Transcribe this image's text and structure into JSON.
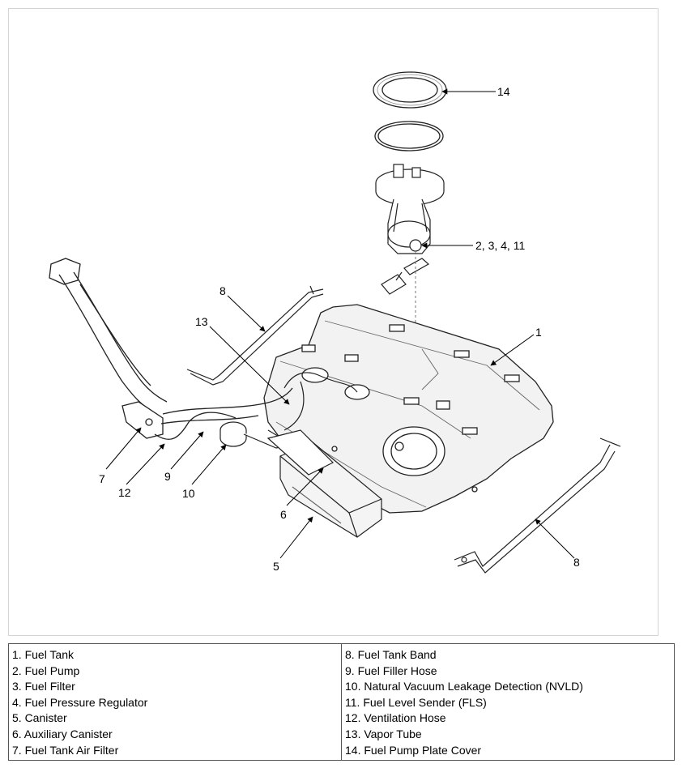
{
  "diagram": {
    "callouts": {
      "c14": "14",
      "c2_3_4_11": "2, 3, 4, 11",
      "c1": "1",
      "c8_top": "8",
      "c13": "13",
      "c7": "7",
      "c12": "12",
      "c9": "9",
      "c10": "10",
      "c6": "6",
      "c5": "5",
      "c8_right": "8"
    }
  },
  "legend": {
    "left": [
      "1. Fuel Tank",
      "2. Fuel Pump",
      "3. Fuel Filter",
      "4. Fuel Pressure Regulator",
      "5. Canister",
      "6. Auxiliary Canister",
      "7. Fuel Tank Air Filter"
    ],
    "right": [
      "8. Fuel Tank Band",
      "9. Fuel Filler Hose",
      "10. Natural Vacuum Leakage Detection (NVLD)",
      "11. Fuel Level Sender (FLS)",
      "12. Ventilation Hose",
      "13. Vapor Tube",
      "14. Fuel Pump Plate Cover"
    ]
  }
}
